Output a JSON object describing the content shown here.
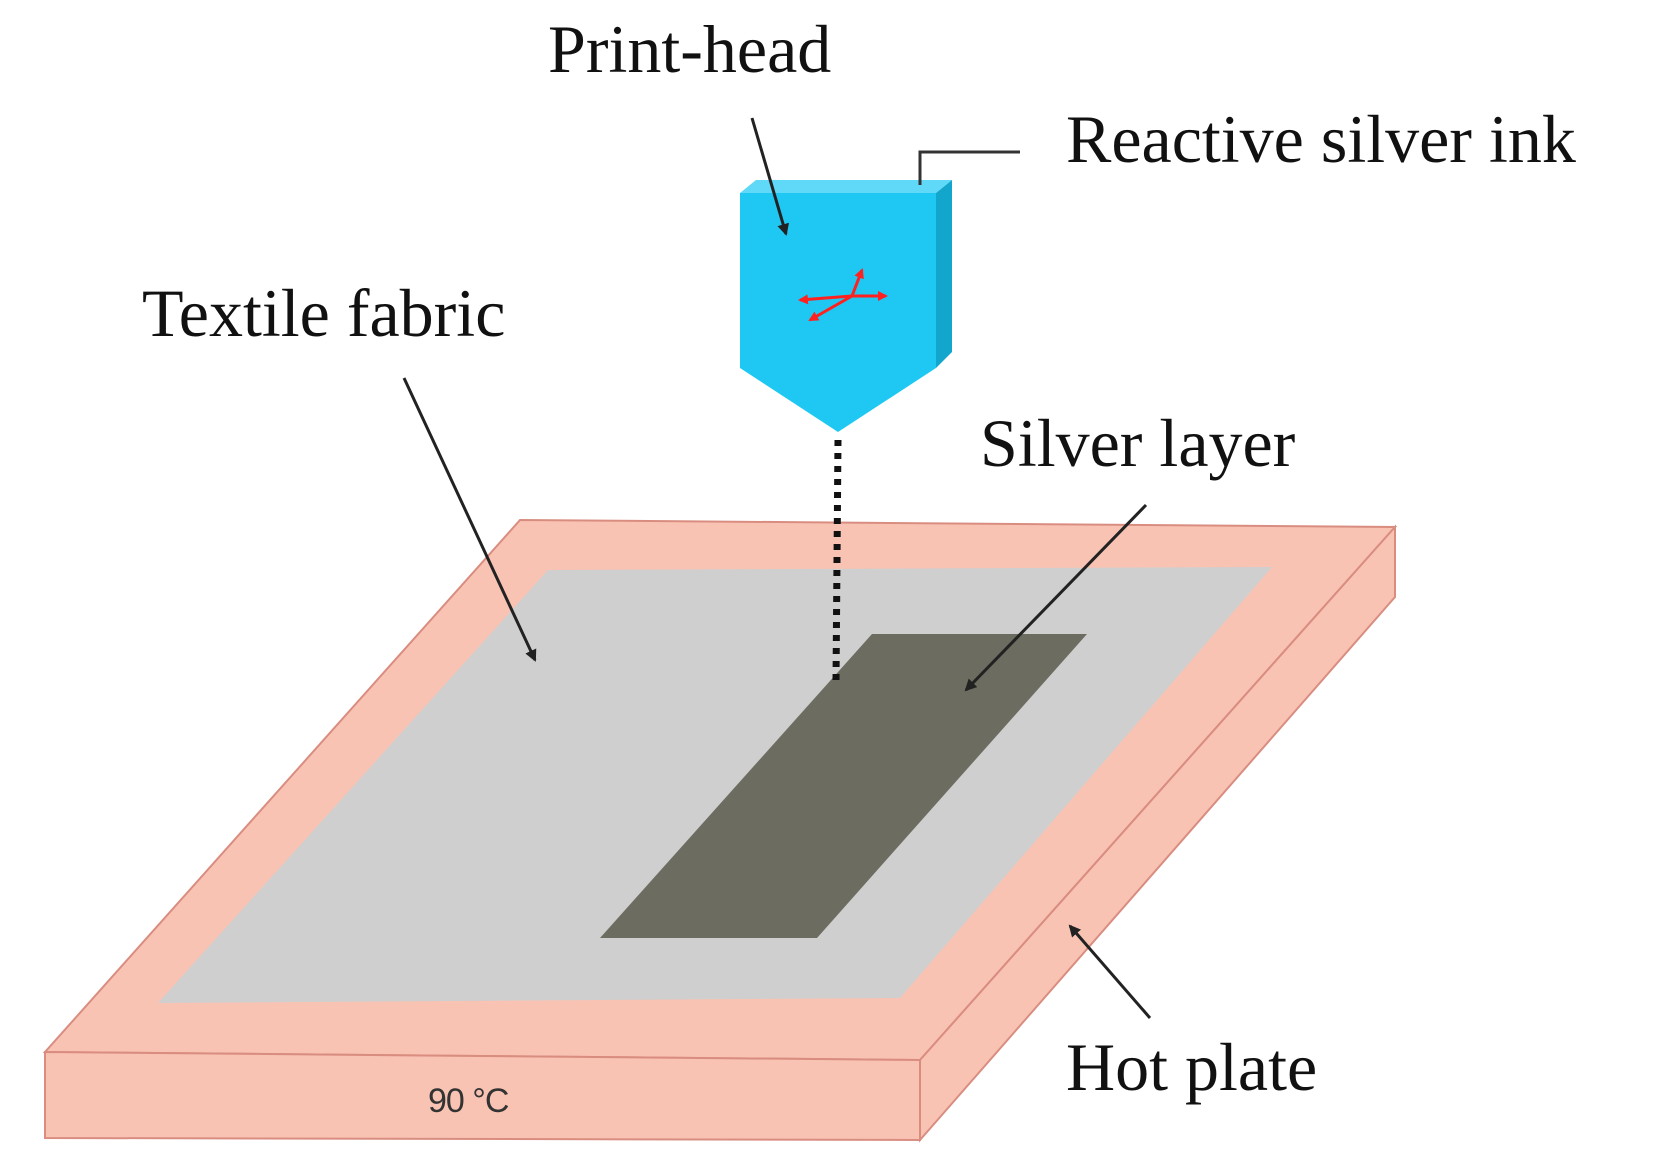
{
  "labels": {
    "print_head": "Print-head",
    "reactive_silver_ink": "Reactive silver ink",
    "textile_fabric": "Textile fabric",
    "silver_layer": "Silver layer",
    "hot_plate": "Hot plate",
    "temperature": "90 °C"
  },
  "colors": {
    "hot_plate": "#f9c3b3",
    "hot_plate_edge": "#d98d80",
    "textile_fabric": "#cfcfcf",
    "silver_layer": "#6c6c60",
    "print_head": "#1ec8f2",
    "print_head_side": "#12a6cc",
    "direction_arrows": "#ff2020"
  },
  "icons": [
    "xyz-direction-arrows-icon"
  ]
}
